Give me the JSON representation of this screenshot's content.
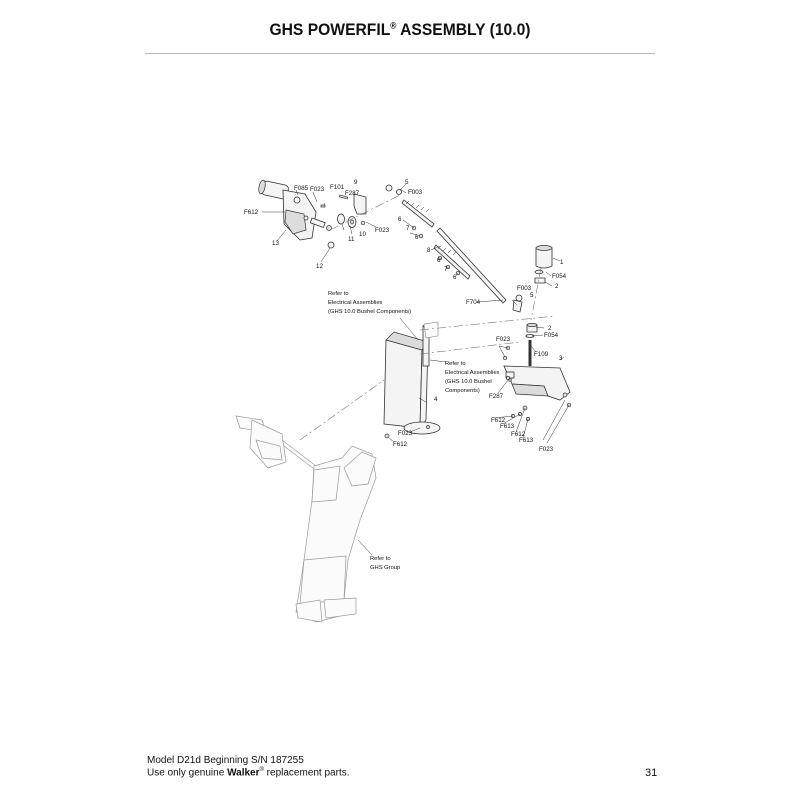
{
  "header": {
    "title_main": "GHS POWERFIL",
    "title_reg": "®",
    "title_tail": " ASSEMBLY (10.0)"
  },
  "diagram": {
    "callouts": {
      "c_f085": "F085",
      "c_f023a": "F023",
      "c_f101": "F101",
      "c_9": "9",
      "c_f287a": "F287",
      "c_5a": "5",
      "c_f003a": "F003",
      "c_f612a": "F612",
      "c_13": "13",
      "c_11": "11",
      "c_10": "10",
      "c_f023b": "F023",
      "c_6a": "6",
      "c_7a": "7",
      "c_6b": "6",
      "c_12": "12",
      "c_8": "8",
      "c_6c": "6",
      "c_7b": "7",
      "c_6d": "6",
      "c_1": "1",
      "c_f054a": "F054",
      "c_2a": "2",
      "c_f003b": "F003",
      "c_5b": "5",
      "c_f704": "F704",
      "c_2b": "2",
      "c_f054b": "F054",
      "c_f023c": "F023",
      "c_f109": "F109",
      "c_3": "3",
      "c_4": "4",
      "c_f287b": "F287",
      "c_f023d": "F023",
      "c_f612b": "F612",
      "c_f612c": "F612",
      "c_f613a": "F613",
      "c_f612d": "F612",
      "c_f613b": "F613",
      "c_f023e": "F023"
    },
    "notes": {
      "elec1": [
        "Refer to",
        "Electrical Assemblies",
        "(GHS 10.0 Bushel Components)"
      ],
      "elec2": [
        "Refer to",
        "Electrical Assemblies",
        "(GHS 10.0 Bushel",
        "Components)"
      ],
      "ghs": [
        "Refer to",
        "GHS Group"
      ]
    }
  },
  "footer": {
    "line1": "Model D21d Beginning S/N 187255",
    "line2_pre": "Use only genuine ",
    "line2_brand": "Walker",
    "line2_reg": "®",
    "line2_post": " replacement parts.",
    "page_number": "31"
  }
}
